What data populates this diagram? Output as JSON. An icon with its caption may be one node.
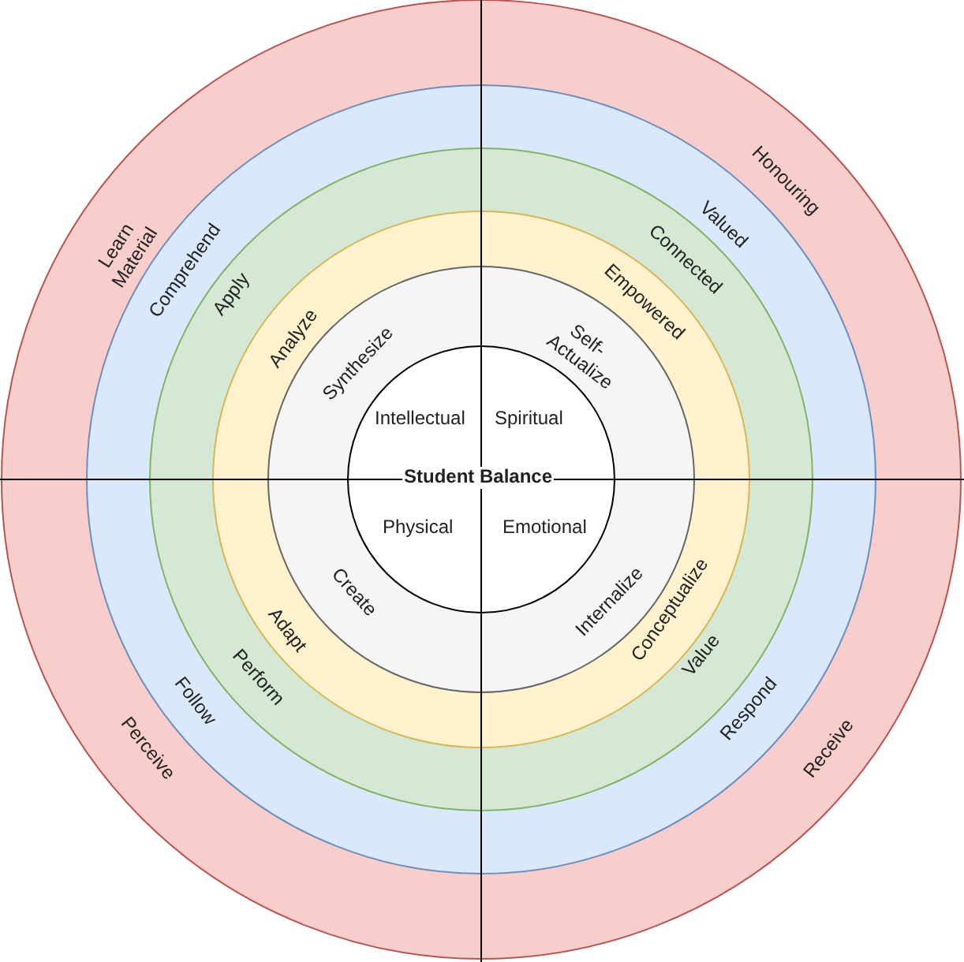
{
  "diagram": {
    "nodes": [
      {
        "text": [
          "Intellectual",
          "Spiritual",
          "Student Balance",
          "Physical",
          "Emotional"
        ]
      }
    ],
    "labels": [
      "Learn Material",
      "Honouring",
      "Comprehend",
      "Valued",
      "Apply",
      "Connected",
      "Analyze",
      "Empowered",
      "Synthesize",
      "Self-Actualize",
      "Create",
      "Internalize",
      "Adapt",
      "Conceptualize",
      "Perform",
      "Value",
      "Follow",
      "Respond",
      "Perceive",
      "Receive"
    ]
  }
}
